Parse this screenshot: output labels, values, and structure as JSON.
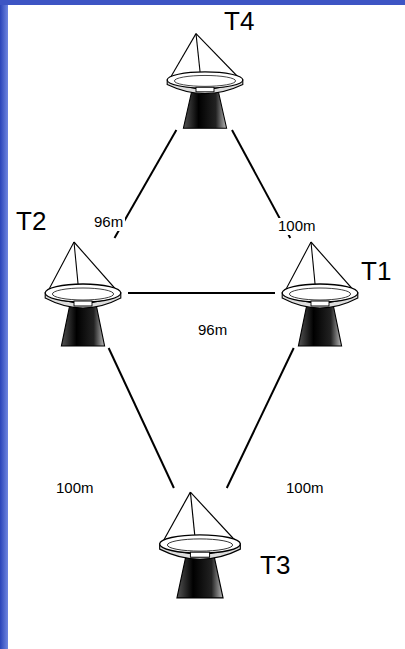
{
  "diagram": {
    "nodes": [
      {
        "text": [
          "T4"
        ]
      },
      {
        "text": [
          "T2"
        ]
      },
      {
        "text": [
          "T1"
        ]
      },
      {
        "text": [
          "T3"
        ]
      }
    ],
    "edges": [
      {
        "from": 1,
        "to": 0,
        "arrow": "none",
        "label": "96m"
      },
      {
        "from": 0,
        "to": 2,
        "arrow": "none",
        "label": "100m"
      },
      {
        "from": 1,
        "to": 2,
        "arrow": "none",
        "label": "96m"
      },
      {
        "from": 1,
        "to": 3,
        "arrow": "none",
        "label": "100m"
      },
      {
        "from": 2,
        "to": 3,
        "arrow": "none",
        "label": "100m"
      }
    ]
  }
}
